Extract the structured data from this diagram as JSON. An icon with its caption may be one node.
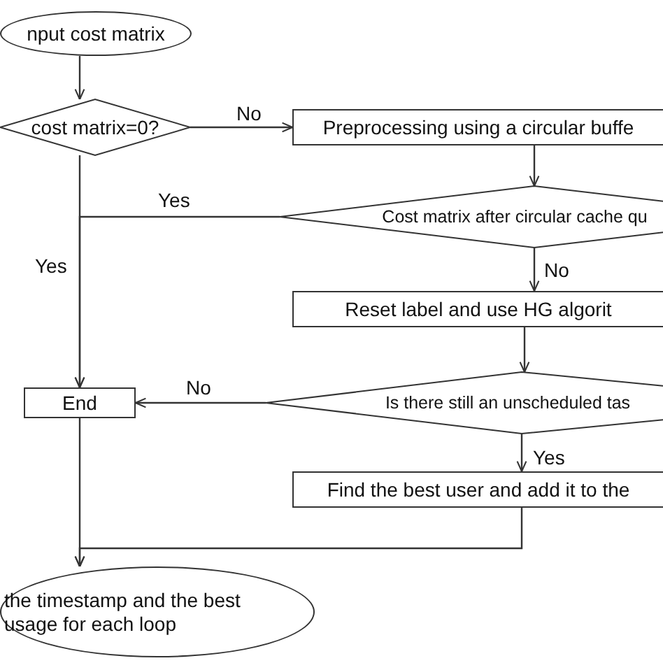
{
  "diagram": {
    "nodes": [
      {
        "text": [
          "nput cost matrix"
        ]
      },
      {
        "text": [
          "cost matrix=0?"
        ]
      },
      {
        "text": [
          "Preprocessing using a circular buffe"
        ]
      },
      {
        "text": [
          "Cost matrix after circular cache qu"
        ]
      },
      {
        "text": [
          "Reset label and use HG algorit"
        ]
      },
      {
        "text": [
          "End"
        ]
      },
      {
        "text": [
          "Is there still an unscheduled tas"
        ]
      },
      {
        "text": [
          "Find the best user and add it to the"
        ]
      },
      {
        "text": [
          "the timestamp and the best usage for each loop"
        ]
      }
    ],
    "edges": [
      {
        "from": 0,
        "to": 1,
        "arrow": "to"
      },
      {
        "from": 1,
        "to": 2,
        "arrow": "to",
        "label": "No"
      },
      {
        "from": 2,
        "to": 3,
        "arrow": "to"
      },
      {
        "from": 3,
        "to": 5,
        "arrow": "to",
        "label": "Yes"
      },
      {
        "from": 1,
        "to": 5,
        "arrow": "to",
        "label": "Yes"
      },
      {
        "from": 3,
        "to": 4,
        "arrow": "to",
        "label": "No"
      },
      {
        "from": 4,
        "to": 6,
        "arrow": "to"
      },
      {
        "from": 6,
        "to": 5,
        "arrow": "to",
        "label": "No"
      },
      {
        "from": 6,
        "to": 7,
        "arrow": "to",
        "label": "Yes"
      },
      {
        "from": 5,
        "to": 8,
        "arrow": "to"
      },
      {
        "from": 7,
        "to": 8,
        "arrow": "to"
      }
    ]
  }
}
